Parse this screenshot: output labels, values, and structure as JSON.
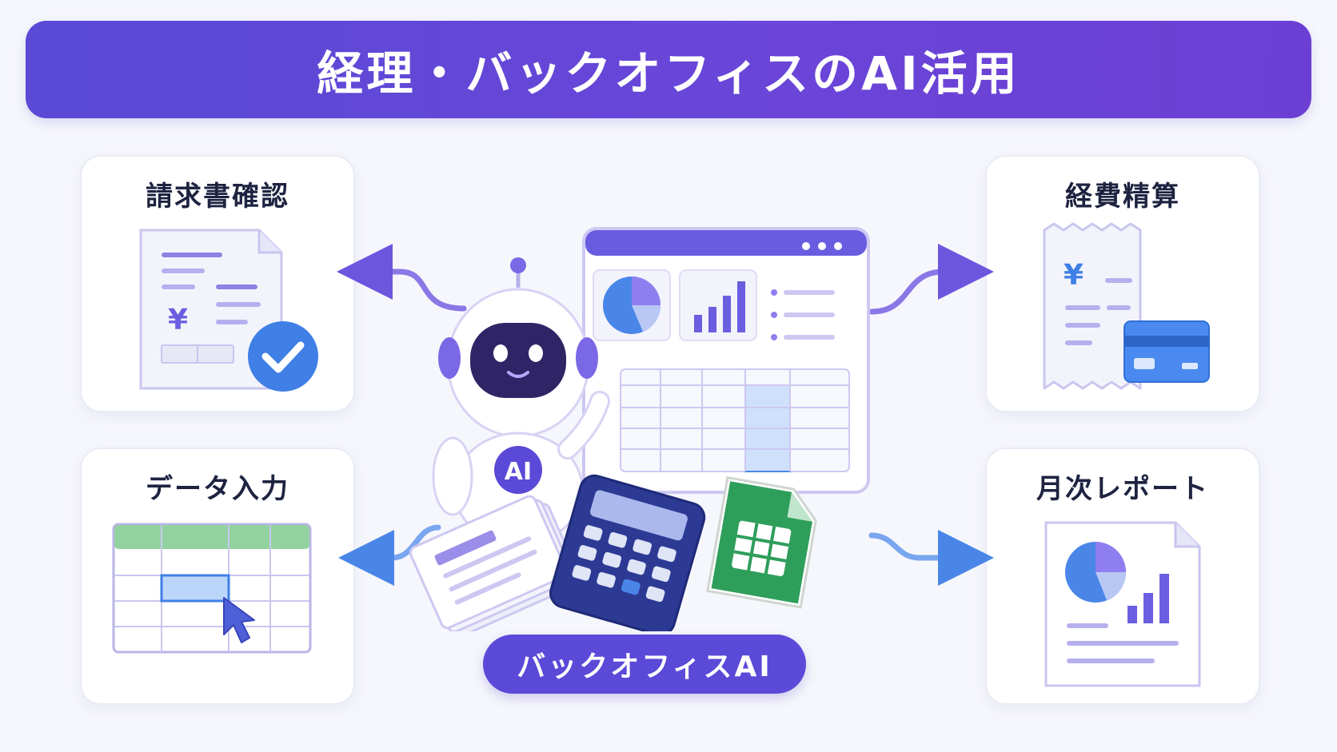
{
  "title": "経理・バックオフィスのAI活用",
  "cards": {
    "invoice": {
      "label": "請求書確認",
      "currency": "¥"
    },
    "expense": {
      "label": "経費精算",
      "currency": "¥"
    },
    "data_entry": {
      "label": "データ入力"
    },
    "monthly_report": {
      "label": "月次レポート"
    }
  },
  "robot": {
    "badge": "AI"
  },
  "center_label": "バックオフィスAI",
  "colors": {
    "primary": "#5b49d8",
    "accent_blue": "#4a86e8",
    "green": "#2e9e5b"
  }
}
